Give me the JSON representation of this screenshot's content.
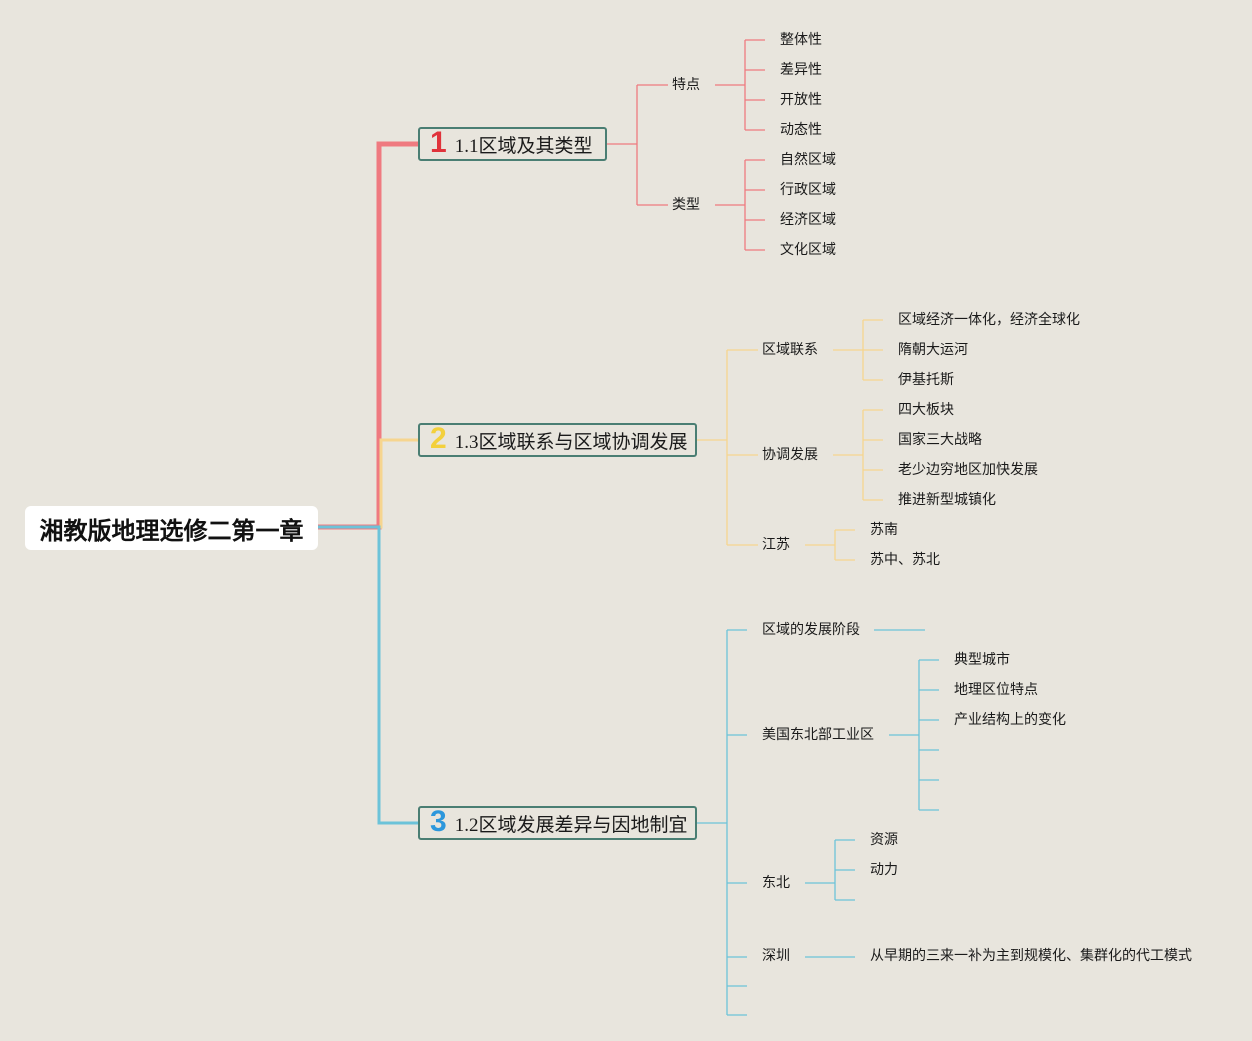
{
  "root": {
    "title": "湘教版地理选修二第一章"
  },
  "branches": [
    {
      "number": "1",
      "title": "1.1区域及其类型",
      "color": "#ef7a80",
      "badge_color": "#e0333b",
      "topics": [
        {
          "label": "特点",
          "items": [
            "整体性",
            "差异性",
            "开放性",
            "动态性"
          ]
        },
        {
          "label": "类型",
          "items": [
            "自然区域",
            "行政区域",
            "经济区域",
            "文化区域"
          ]
        }
      ]
    },
    {
      "number": "2",
      "title": "1.3区域联系与区域协调发展",
      "color": "#f6d58f",
      "badge_color": "#f3d03c",
      "topics": [
        {
          "label": "区域联系",
          "items": [
            "区域经济一体化，经济全球化",
            "隋朝大运河",
            "伊基托斯"
          ]
        },
        {
          "label": "协调发展",
          "items": [
            "四大板块",
            "国家三大战略",
            "老少边穷地区加快发展",
            "推进新型城镇化"
          ]
        },
        {
          "label": "江苏",
          "items": [
            "苏南",
            "苏中、苏北"
          ]
        }
      ]
    },
    {
      "number": "3",
      "title": "1.2区域发展差异与因地制宜",
      "color": "#6cc3d9",
      "badge_color": "#2c97dc",
      "topics": [
        {
          "label": "区域的发展阶段",
          "items": []
        },
        {
          "label": "美国东北部工业区",
          "items": [
            "典型城市",
            "地理区位特点",
            "产业结构上的变化",
            "",
            "",
            ""
          ]
        },
        {
          "label": "东北",
          "items": [
            "资源",
            "动力",
            ""
          ]
        },
        {
          "label": "深圳",
          "items": [
            "从早期的三来一补为主到规模化、集群化的代工模式"
          ]
        },
        {
          "label": "",
          "items": []
        },
        {
          "label": "",
          "items": []
        }
      ]
    }
  ]
}
